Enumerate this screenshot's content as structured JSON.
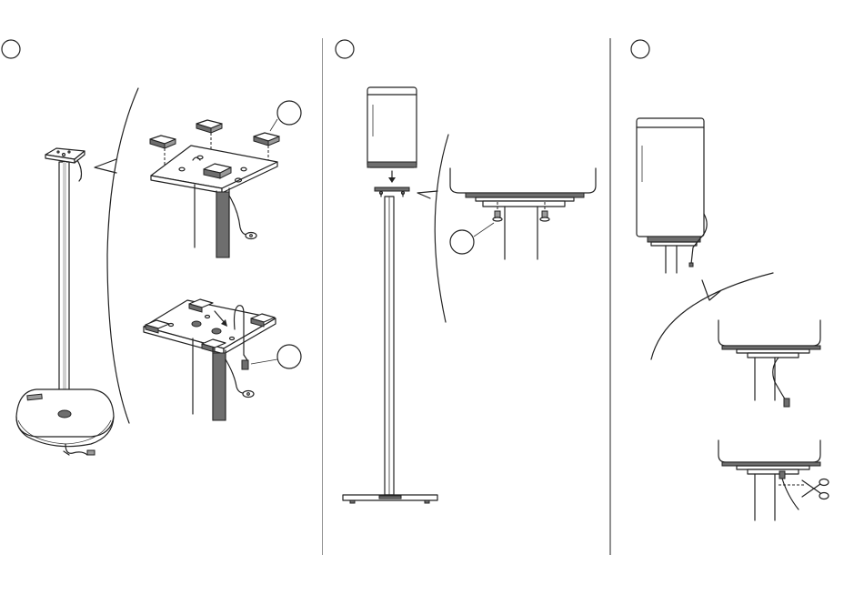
{
  "document": {
    "panels": [
      {
        "id": "step-1",
        "step_label": ""
      },
      {
        "id": "step-2",
        "step_label": ""
      },
      {
        "id": "step-3",
        "step_label": ""
      }
    ],
    "callouts": [
      "",
      "",
      "",
      ""
    ]
  }
}
